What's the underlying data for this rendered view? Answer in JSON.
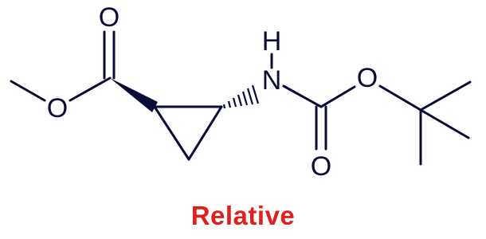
{
  "molecule": {
    "atoms": {
      "ester_carbonyl_oxygen": "O",
      "ester_oxygen": "O",
      "amine_nitrogen": "N",
      "amine_hydrogen": "H",
      "carbamate_ether_oxygen": "O",
      "carbamate_carbonyl_oxygen": "O"
    },
    "caption": "Relative"
  },
  "colors": {
    "bond": "#0b0b3a",
    "caption": "#e0201d",
    "background": "#ffffff"
  }
}
